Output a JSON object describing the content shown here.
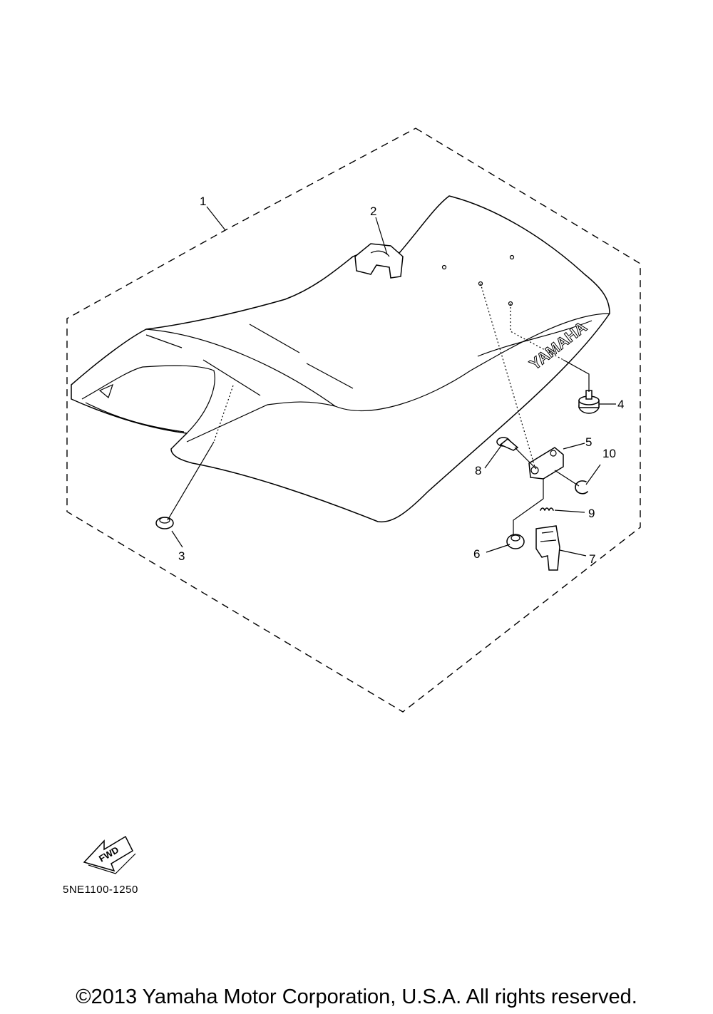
{
  "diagram": {
    "code": "5NE1100-1250",
    "brand_mark": "YAMAHA",
    "direction_label": "FWD",
    "callouts": [
      {
        "id": "1",
        "label": "1"
      },
      {
        "id": "2",
        "label": "2"
      },
      {
        "id": "3",
        "label": "3"
      },
      {
        "id": "4",
        "label": "4"
      },
      {
        "id": "5",
        "label": "5"
      },
      {
        "id": "6",
        "label": "6"
      },
      {
        "id": "7",
        "label": "7"
      },
      {
        "id": "8",
        "label": "8"
      },
      {
        "id": "9",
        "label": "9"
      },
      {
        "id": "10",
        "label": "10"
      }
    ]
  },
  "footer": {
    "copyright": "©2013 Yamaha Motor Corporation, U.S.A. All rights reserved."
  }
}
